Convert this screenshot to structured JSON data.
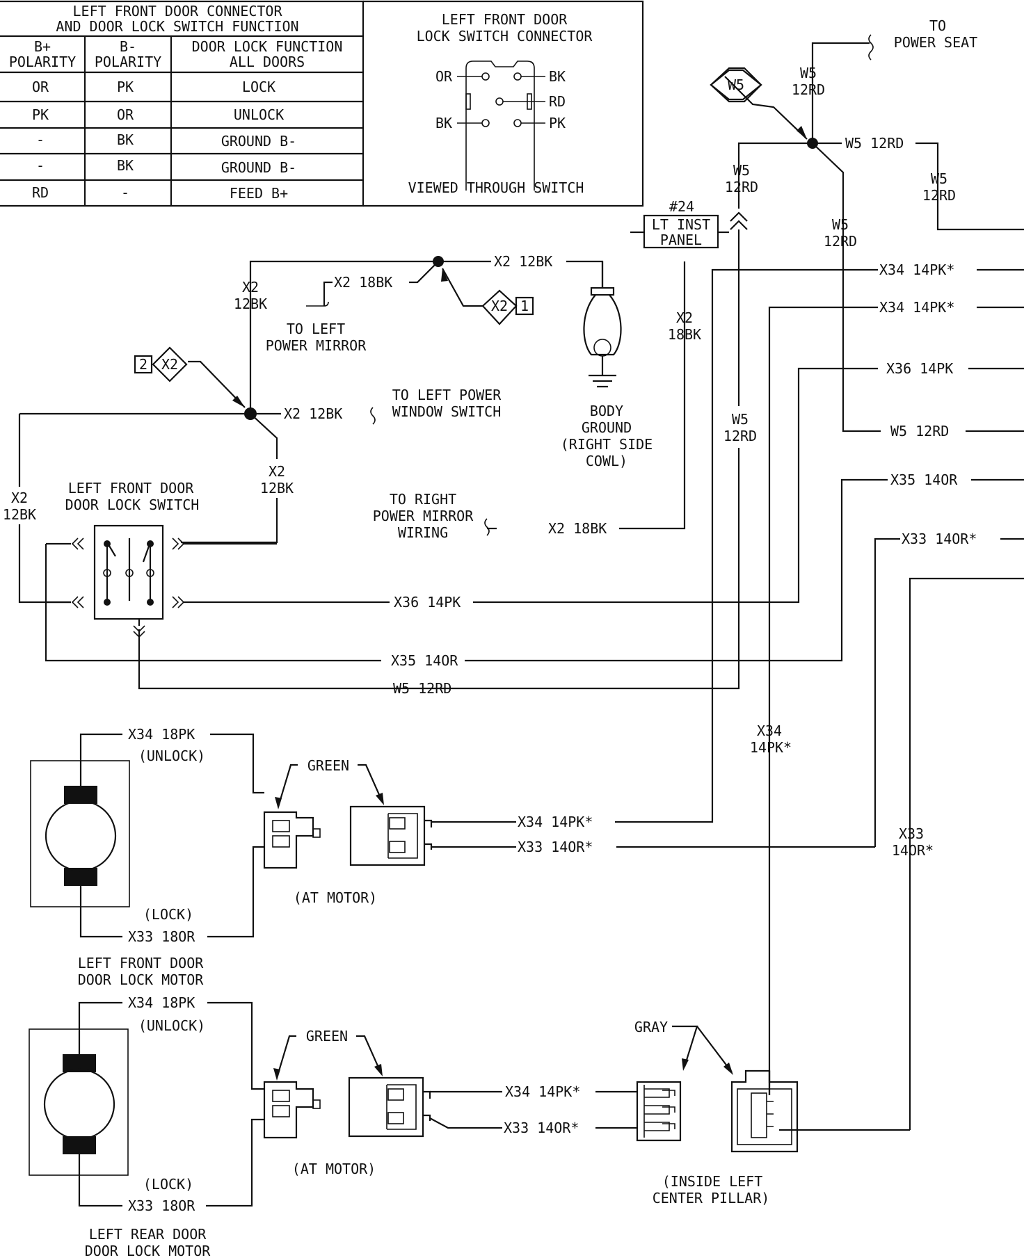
{
  "table": {
    "title_line1": "LEFT FRONT DOOR CONNECTOR",
    "title_line2": "AND DOOR LOCK SWITCH FUNCTION",
    "head_b_plus": [
      "B+",
      "POLARITY"
    ],
    "head_b_minus": [
      "B-",
      "POLARITY"
    ],
    "head_function": [
      "DOOR LOCK FUNCTION",
      "ALL DOORS"
    ],
    "rows": [
      {
        "b_plus": "OR",
        "b_minus": "PK",
        "function": "LOCK"
      },
      {
        "b_plus": "PK",
        "b_minus": "OR",
        "function": "UNLOCK"
      },
      {
        "b_plus": "-",
        "b_minus": "BK",
        "function": "GROUND B-"
      },
      {
        "b_plus": "-",
        "b_minus": "BK",
        "function": "GROUND B-"
      },
      {
        "b_plus": "RD",
        "b_minus": "-",
        "function": "FEED B+"
      }
    ]
  },
  "switch_connector": {
    "title_line1": "LEFT FRONT DOOR",
    "title_line2": "LOCK SWITCH CONNECTOR",
    "pins": {
      "or": "OR",
      "bk_top": "BK",
      "rd": "RD",
      "bk_left": "BK",
      "pk": "PK"
    },
    "caption": "VIEWED THROUGH SWITCH"
  },
  "labels": {
    "to_power_seat": [
      "TO",
      "POWER SEAT"
    ],
    "w5_badge": "W5",
    "x2_badge": "X2",
    "badge_num_1": "1",
    "badge_num_2": "2",
    "inst_panel": [
      "#24",
      "LT INST",
      "PANEL"
    ],
    "x2_18bk": "X2 18BK",
    "x2_12bk": "X2 12BK",
    "x2_stack": [
      "X2",
      "12BK"
    ],
    "x2_18bk_stack": [
      "X2",
      "18BK"
    ],
    "w5_12rd": "W5 12RD",
    "w5_stack": [
      "W5",
      "12RD"
    ],
    "to_left_mirror": [
      "TO LEFT",
      "POWER MIRROR"
    ],
    "to_left_window": [
      "TO LEFT POWER",
      "WINDOW SWITCH"
    ],
    "body_ground": [
      "BODY",
      "GROUND",
      "(RIGHT SIDE",
      "COWL)"
    ],
    "lf_switch": [
      "LEFT FRONT DOOR",
      "DOOR LOCK SWITCH"
    ],
    "to_right_mirror": [
      "TO RIGHT",
      "POWER MIRROR",
      "WIRING"
    ],
    "x34_14pk_star": "X34 14PK*",
    "x36_14pk": "X36 14PK",
    "x35_14or": "X35 14OR",
    "x33_14or_star": "X33 14OR*",
    "x34_stack": [
      "X34",
      "14PK*"
    ],
    "x33_stack": [
      "X33",
      "14OR*"
    ],
    "x34_18pk": "X34 18PK",
    "x33_18or": "X33 18OR",
    "unlock": "(UNLOCK)",
    "lock": "(LOCK)",
    "green": "GREEN",
    "gray": "GRAY",
    "at_motor": "(AT MOTOR)",
    "lf_motor": [
      "LEFT FRONT DOOR",
      "DOOR LOCK MOTOR"
    ],
    "lr_motor": [
      "LEFT REAR DOOR",
      "DOOR LOCK MOTOR"
    ],
    "inside_pillar": [
      "(INSIDE LEFT",
      "CENTER PILLAR)"
    ]
  }
}
